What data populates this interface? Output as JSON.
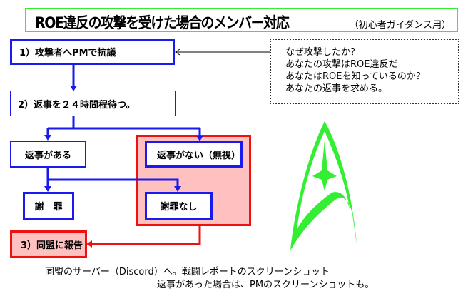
{
  "title": {
    "main": "ROE違反の攻撃を受けた場合のメンバー対応",
    "sub": "（初心者ガイダンス用）"
  },
  "steps": {
    "step1": "1）攻撃者へPMで抗議",
    "step2": "2）返事を２４時間程待つ。",
    "reply_yes": "返事がある",
    "reply_no": "返事がない（無視）",
    "apology": "謝　罪",
    "no_apology": "謝罪なし",
    "step3": "3）同盟に報告"
  },
  "callout": {
    "lines": [
      "なぜ攻撃したか？",
      "あなたの攻撃はROE違反だ",
      "あなたはROEを知っているのか？",
      "あなたの返事を求める。"
    ]
  },
  "notes": {
    "line1": "同盟のサーバー（Discord）へ。戦闘レポートのスクリーンショット",
    "line2": "返事があった場合は、PMのスクリーンショットも。"
  },
  "colors": {
    "blue": "#1a1aee",
    "red": "#ee1111",
    "pink": "#ffc0c0",
    "green": "#33ee33"
  },
  "logo": {
    "icon": "starfleet-delta-icon"
  }
}
